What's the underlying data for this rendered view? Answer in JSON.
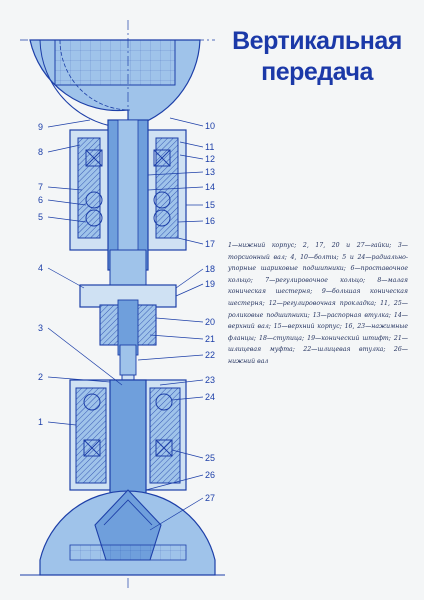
{
  "title": {
    "line1": "Вертикальная",
    "line2": "передача"
  },
  "legend_text": "1—нижний корпус; 2, 17, 20 и 27—гайки; 3—торсионный вал; 4, 10—болты; 5 и 24—радиально-упорные шариковые подшипники; 6—проставочное кольцо; 7—регулировочное кольцо; 8—малая коническая шестерня; 9—большая коническая шестерня; 12—регулировочная прокладка; 11, 25—роликовые подшипники; 13—распорная втулка; 14—верхний вал; 15—верхний корпус; 16, 23—нажимные фланцы; 18—ступица; 19—конический штифт; 21—шлицевая муфта; 22—шлицевая втулка; 26—нижний вал",
  "callouts": {
    "left": [
      "9",
      "8",
      "7",
      "6",
      "5",
      "4",
      "3",
      "2",
      "1"
    ],
    "right": [
      "10",
      "11",
      "12",
      "13",
      "14",
      "15",
      "16",
      "17",
      "18",
      "19",
      "20",
      "21",
      "22",
      "23",
      "24",
      "25",
      "26",
      "27"
    ]
  },
  "colors": {
    "line": "#1d3fa8",
    "fill_light": "#9fc3ea",
    "fill_mid": "#6f9fdc",
    "background": "#f4f6f7",
    "title": "#1b39a8"
  }
}
